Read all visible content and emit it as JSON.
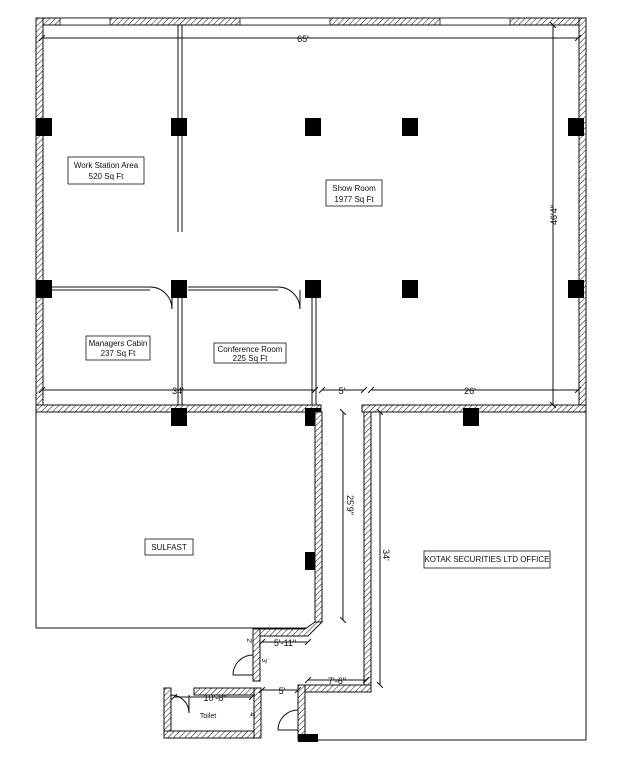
{
  "dimensions": {
    "top_width": "65'",
    "right_height": "46'4\"",
    "left_bottom": "34'",
    "corridor_width": "5'",
    "right_bottom": "26'",
    "corridor_length": "25'9\"",
    "kotak_height": "34'",
    "passage_1": "5'-11\"",
    "passage_2": "7'-6\"",
    "passage_3": "5'",
    "toilet_width": "10'-8\"",
    "small_1": "2'",
    "small_2": "3'",
    "small_3": "4'"
  },
  "rooms": {
    "workstation_name": "Work Station Area",
    "workstation_area": "520 Sq Ft",
    "showroom_name": "Show Room",
    "showroom_area": "1977 Sq Ft",
    "managers_name": "Managers Cabin",
    "managers_area": "237 Sq Ft",
    "conference_name": "Conference Room",
    "conference_area": "225 Sq Ft",
    "sulfast": "SULFAST",
    "kotak": "KOTAK SECURITIES LTD OFFICE",
    "toilet": "Toilet"
  }
}
